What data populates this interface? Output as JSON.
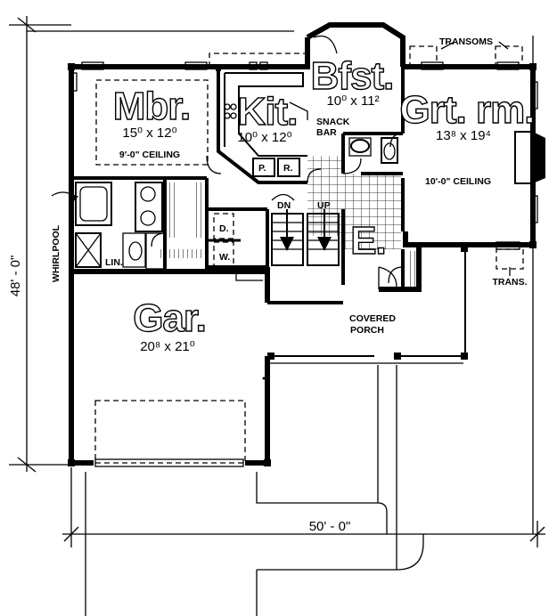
{
  "rooms": {
    "master_bedroom": {
      "name": "Mbr.",
      "size": "15⁰ x 12⁰",
      "ceiling": "9'-0\" CEILING"
    },
    "kitchen": {
      "name": "Kit.",
      "size": "10⁰ x 12⁰"
    },
    "breakfast": {
      "name": "Bfst.",
      "size": "10⁰ x 11²"
    },
    "great_room": {
      "name": "Grt. rm.",
      "size": "13⁸ x 19⁴",
      "ceiling": "10'-0\" CEILING"
    },
    "garage": {
      "name": "Gar.",
      "size": "20⁸ x 21⁰"
    },
    "entry": {
      "name": "E."
    }
  },
  "labels": {
    "snack_bar_1": "SNACK",
    "snack_bar_2": "BAR",
    "transoms": "TRANSOMS",
    "trans": "TRANS.",
    "whirlpool": "WHIRLPOOL",
    "linen": "LIN.",
    "pantry": "P.",
    "refrigerator": "R.",
    "dryer": "D.",
    "washer": "W.",
    "stair_down": "DN",
    "stair_up": "UP",
    "covered_porch_1": "COVERED",
    "covered_porch_2": "PORCH"
  },
  "dimensions": {
    "depth": "48' - 0\"",
    "width": "50' - 0\""
  }
}
